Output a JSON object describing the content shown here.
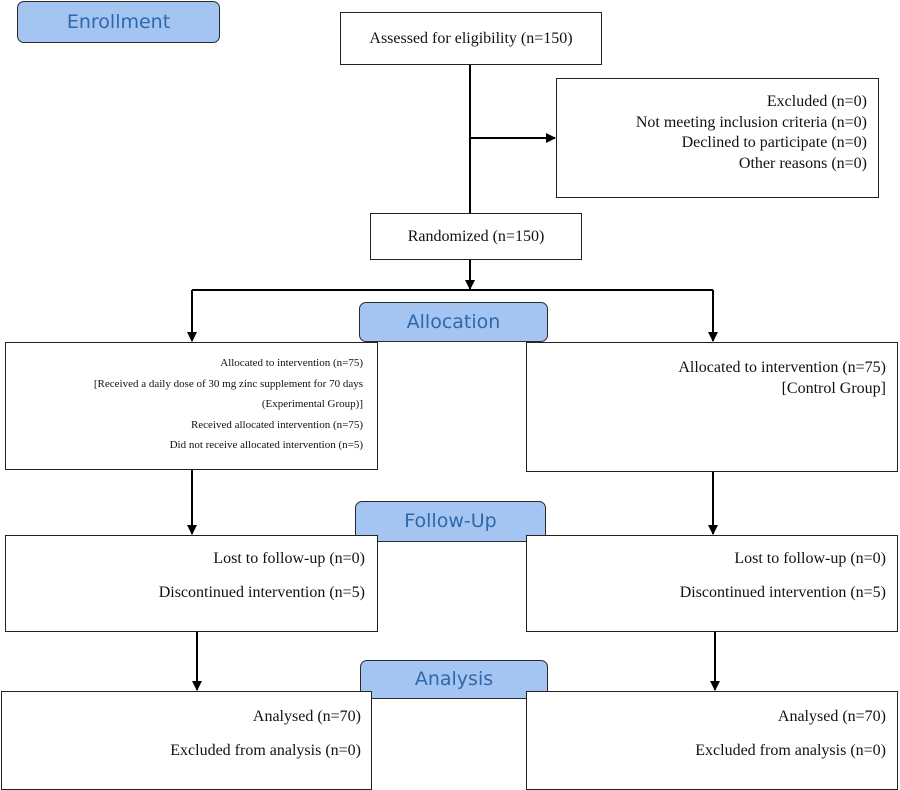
{
  "stages": {
    "enrollment": "Enrollment",
    "allocation": "Allocation",
    "follow_up": "Follow-Up",
    "analysis": "Analysis"
  },
  "assessed": "Assessed for eligibility (n=150)",
  "excluded": {
    "title": "Excluded (n=0)",
    "not_meeting": "Not meeting inclusion criteria (n=0)",
    "declined": "Declined to participate (n=0)",
    "other": "Other reasons (n=0)"
  },
  "randomized": "Randomized (n=150)",
  "left": {
    "allocated": "Allocated to intervention (n=75)",
    "description_1": "[Received a daily dose of 30 mg zinc supplement for 70 days",
    "description_2": "(Experimental Group)]",
    "received": "Received allocated intervention (n=75)",
    "not_received": "Did not receive allocated intervention (n=5)",
    "lost": "Lost to follow-up (n=0)",
    "discontinued": "Discontinued intervention (n=5)",
    "analysed": "Analysed (n=70)",
    "excluded_analysis": "Excluded from analysis (n=0)"
  },
  "right": {
    "allocated": "Allocated to intervention (n=75)",
    "group": "[Control Group]",
    "lost": "Lost to follow-up (n=0)",
    "discontinued": "Discontinued intervention (n=5)",
    "analysed": "Analysed (n=70)",
    "excluded_analysis": "Excluded from analysis (n=0)"
  }
}
